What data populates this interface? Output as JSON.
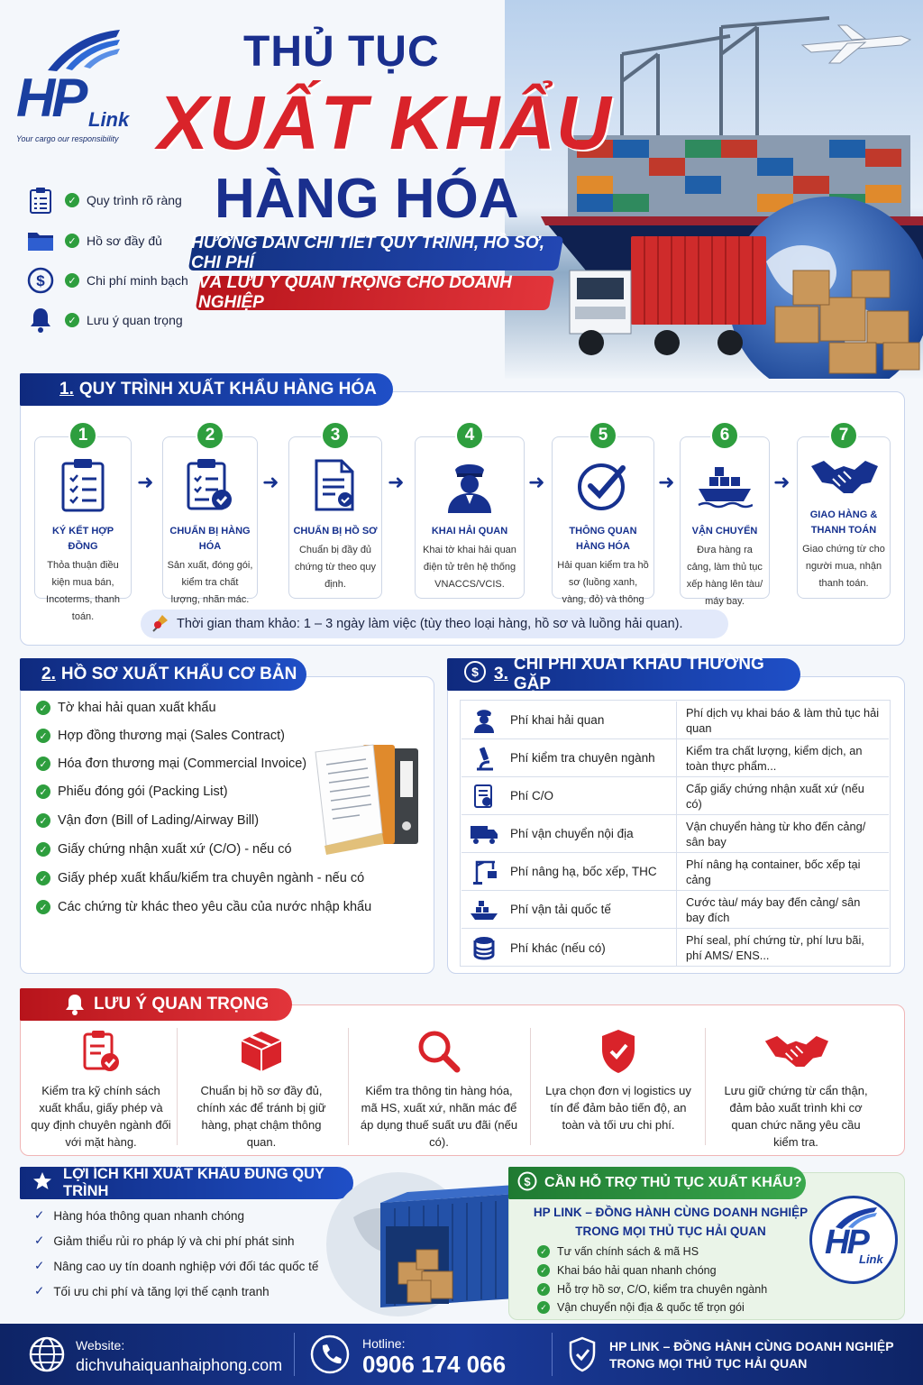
{
  "brand": {
    "logo_text": "HP",
    "logo_sub": "Link",
    "tagline": "Your cargo our responsibility"
  },
  "header": {
    "title_line1": "THỦ TỤC",
    "title_line2": "XUẤT KHẨU",
    "title_line3": "HÀNG HÓA",
    "ribbon1": "HƯỚNG DẪN CHI TIẾT QUY TRÌNH, HỒ SƠ, CHI PHÍ",
    "ribbon2": "VÀ LƯU Ý QUAN TRỌNG CHO DOANH NGHIỆP"
  },
  "features": [
    {
      "icon": "clipboard-icon",
      "label": "Quy trình rõ ràng"
    },
    {
      "icon": "folder-icon",
      "label": "Hồ sơ đầy đủ"
    },
    {
      "icon": "dollar-icon",
      "label": "Chi phí minh bạch"
    },
    {
      "icon": "bell-icon",
      "label": "Lưu ý quan trọng"
    }
  ],
  "process": {
    "num": "1.",
    "title": "QUY TRÌNH XUẤT KHẨU HÀNG HÓA",
    "steps": [
      {
        "n": "1",
        "title": "KÝ KẾT HỢP ĐỒNG",
        "desc": "Thỏa thuận điều kiện mua bán, Incoterms, thanh toán."
      },
      {
        "n": "2",
        "title": "CHUẨN BỊ HÀNG HÓA",
        "desc": "Sản xuất, đóng gói, kiểm tra chất lượng, nhãn mác."
      },
      {
        "n": "3",
        "title": "CHUẨN BỊ HỒ SƠ",
        "desc": "Chuẩn bị đầy đủ chứng từ theo quy định."
      },
      {
        "n": "4",
        "title": "KHAI HẢI QUAN",
        "desc": "Khai tờ khai hải quan điện tử trên hệ thống VNACCS/VCIS."
      },
      {
        "n": "5",
        "title": "THÔNG QUAN HÀNG HÓA",
        "desc": "Hải quan kiểm tra hồ sơ (luồng xanh, vàng, đỏ) và thông quan."
      },
      {
        "n": "6",
        "title": "VẬN CHUYỂN",
        "desc": "Đưa hàng ra cảng, làm thủ tục xếp hàng lên tàu/ máy bay."
      },
      {
        "n": "7",
        "title": "GIAO HÀNG & THANH TOÁN",
        "desc": "Giao chứng từ cho người mua, nhận thanh toán."
      }
    ],
    "time_note": "Thời gian tham khảo: 1 – 3 ngày làm việc (tùy theo loại hàng, hồ sơ và luồng hải quan)."
  },
  "documents": {
    "num": "2.",
    "title": "HỒ SƠ XUẤT KHẨU CƠ BẢN",
    "items": [
      "Tờ khai hải quan xuất khẩu",
      "Hợp đồng thương mại (Sales Contract)",
      "Hóa đơn thương mại (Commercial Invoice)",
      "Phiếu đóng gói (Packing List)",
      "Vận đơn (Bill of Lading/Airway Bill)",
      "Giấy chứng nhận xuất xứ (C/O) - nếu có",
      "Giấy phép xuất khẩu/kiểm tra chuyên ngành - nếu có",
      "Các chứng từ khác theo yêu cầu của nước nhập khẩu"
    ]
  },
  "costs": {
    "num": "3.",
    "title": "CHI PHÍ XUẤT KHẨU THƯỜNG GẶP",
    "rows": [
      {
        "icon": "officer-icon",
        "name": "Phí khai hải quan",
        "desc": "Phí dịch vụ khai báo & làm thủ tục hải quan"
      },
      {
        "icon": "microscope-icon",
        "name": "Phí kiểm tra chuyên ngành",
        "desc": "Kiểm tra chất lượng, kiểm dịch, an toàn thực phẩm..."
      },
      {
        "icon": "certificate-icon",
        "name": "Phí C/O",
        "desc": "Cấp giấy chứng nhận xuất xứ (nếu có)"
      },
      {
        "icon": "truck-icon",
        "name": "Phí vận chuyển nội địa",
        "desc": "Vận chuyển hàng từ kho đến cảng/ sân bay"
      },
      {
        "icon": "crane-icon",
        "name": "Phí nâng hạ, bốc xếp, THC",
        "desc": "Phí nâng hạ container, bốc xếp tại cảng"
      },
      {
        "icon": "ship-icon",
        "name": "Phí vận tải quốc tế",
        "desc": "Cước tàu/ máy bay đến cảng/ sân bay đích"
      },
      {
        "icon": "coins-icon",
        "name": "Phí khác (nếu có)",
        "desc": "Phí seal, phí chứng từ, phí lưu bãi, phí AMS/ ENS..."
      }
    ]
  },
  "notes": {
    "title": "LƯU Ý QUAN TRỌNG",
    "items": [
      {
        "icon": "clipboard-check-icon",
        "text": "Kiểm tra kỹ chính sách xuất khẩu, giấy phép và quy định chuyên ngành đối với mặt hàng."
      },
      {
        "icon": "box-icon",
        "text": "Chuẩn bị hồ sơ đầy đủ, chính xác để tránh bị giữ hàng, phạt chậm thông quan."
      },
      {
        "icon": "magnifier-icon",
        "text": "Kiểm tra thông tin hàng hóa, mã HS, xuất xứ, nhãn mác để áp dụng thuế suất ưu đãi (nếu có)."
      },
      {
        "icon": "shield-check-icon",
        "text": "Lựa chọn đơn vị logistics uy tín để đảm bảo tiến độ, an toàn và tối ưu chi phí."
      },
      {
        "icon": "handshake-icon",
        "text": "Lưu giữ chứng từ cẩn thận, đảm bảo xuất trình khi cơ quan chức năng yêu cầu kiểm tra."
      }
    ]
  },
  "benefits": {
    "title": "LỢI ÍCH KHI XUẤT KHẨU ĐÚNG QUY TRÌNH",
    "items": [
      "Hàng hóa thông quan nhanh chóng",
      "Giảm thiểu rủi ro pháp lý và chi phí phát sinh",
      "Nâng cao uy tín doanh nghiệp với đối tác quốc tế",
      "Tối ưu chi phí và tăng lợi thế cạnh tranh"
    ]
  },
  "support": {
    "title": "CẦN HỖ TRỢ THỦ TỤC XUẤT KHẨU?",
    "subtitle_line1": "HP LINK – ĐỒNG HÀNH CÙNG DOANH NGHIỆP",
    "subtitle_line2": "TRONG MỌI THỦ TỤC HẢI QUAN",
    "items": [
      "Tư vấn chính sách & mã HS",
      "Khai báo hải quan nhanh chóng",
      "Hỗ trợ hồ sơ, C/O, kiểm tra chuyên ngành",
      "Vận chuyển nội địa & quốc tế trọn gói"
    ]
  },
  "footer": {
    "website_label": "Website:",
    "website": "dichvuhaiquanhaiphong.com",
    "hotline_label": "Hotline:",
    "hotline": "0906 174 066",
    "slogan_line1": "HP LINK – ĐỒNG HÀNH CÙNG DOANH NGHIỆP",
    "slogan_line2": "TRONG MỌI THỦ TỤC HẢI QUAN"
  },
  "colors": {
    "navy": "#16318f",
    "red": "#d9232a",
    "green": "#2e9e3e"
  }
}
